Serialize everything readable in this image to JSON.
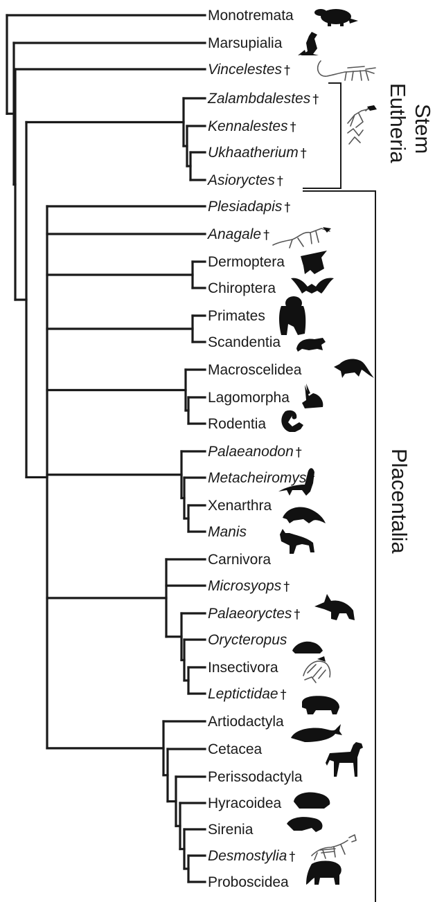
{
  "taxa": [
    {
      "id": "monotremata",
      "label": "Monotremata",
      "fossil": false,
      "icon": "platypus-icon"
    },
    {
      "id": "marsupialia",
      "label": "Marsupialia",
      "fossil": false,
      "icon": "kangaroo-icon"
    },
    {
      "id": "vincelestes",
      "label": "Vincelestes",
      "fossil": true,
      "icon": "vincelestes-skeleton-icon"
    },
    {
      "id": "zalambdalestes",
      "label": "Zalambdalestes",
      "fossil": true,
      "icon": ""
    },
    {
      "id": "kennalestes",
      "label": "Kennalestes",
      "fossil": true,
      "icon": "stem-eutherian-skeleton-icon"
    },
    {
      "id": "ukhaatherium",
      "label": "Ukhaatherium",
      "fossil": true,
      "icon": ""
    },
    {
      "id": "asioryctes",
      "label": "Asioryctes",
      "fossil": true,
      "icon": ""
    },
    {
      "id": "plesiadapis",
      "label": "Plesiadapis",
      "fossil": true,
      "icon": ""
    },
    {
      "id": "anagale",
      "label": "Anagale",
      "fossil": true,
      "icon": "anagale-skeleton-icon"
    },
    {
      "id": "dermoptera",
      "label": "Dermoptera",
      "fossil": false,
      "icon": "colugo-icon"
    },
    {
      "id": "chiroptera",
      "label": "Chiroptera",
      "fossil": false,
      "icon": "bat-icon"
    },
    {
      "id": "primates",
      "label": "Primates",
      "fossil": false,
      "icon": "gorilla-icon"
    },
    {
      "id": "scandentia",
      "label": "Scandentia",
      "fossil": false,
      "icon": "treeshrew-icon"
    },
    {
      "id": "macroscelidea",
      "label": "Macroscelidea",
      "fossil": false,
      "icon": "elephant-shrew-icon"
    },
    {
      "id": "lagomorpha",
      "label": "Lagomorpha",
      "fossil": false,
      "icon": "rabbit-icon"
    },
    {
      "id": "rodentia",
      "label": "Rodentia",
      "fossil": false,
      "icon": "squirrel-icon"
    },
    {
      "id": "palaeanodon",
      "label": "Palaeanodon",
      "fossil": true,
      "icon": ""
    },
    {
      "id": "metacheiromys",
      "label": "Metacheiromys",
      "fossil": true,
      "icon": ""
    },
    {
      "id": "xenarthra",
      "label": "Xenarthra",
      "fossil": false,
      "icon": "anteater-icon"
    },
    {
      "id": "manis",
      "label": "Manis",
      "fossil": false,
      "italic": true,
      "icon": "pangolin-icon"
    },
    {
      "id": "carnivora",
      "label": "Carnivora",
      "fossil": false,
      "icon": "cat-icon"
    },
    {
      "id": "microsyops",
      "label": "Microsyops",
      "fossil": true,
      "icon": ""
    },
    {
      "id": "palaeoryctes",
      "label": "Palaeoryctes",
      "fossil": true,
      "icon": ""
    },
    {
      "id": "orycteropus",
      "label": "Orycteropus",
      "fossil": false,
      "italic": true,
      "icon": "aardvark-icon"
    },
    {
      "id": "insectivora",
      "label": "Insectivora",
      "fossil": false,
      "icon": "hedgehog-icon"
    },
    {
      "id": "leptictidae",
      "label": "Leptictidae",
      "fossil": true,
      "icon": "leptictid-skeleton-icon"
    },
    {
      "id": "artiodactyla",
      "label": "Artiodactyla",
      "fossil": false,
      "icon": "hippo-icon"
    },
    {
      "id": "cetacea",
      "label": "Cetacea",
      "fossil": false,
      "icon": "whale-icon"
    },
    {
      "id": "perissodactyla",
      "label": "Perissodactyla",
      "fossil": false,
      "icon": "horse-icon"
    },
    {
      "id": "hyracoidea",
      "label": "Hyracoidea",
      "fossil": false,
      "icon": "hyrax-icon"
    },
    {
      "id": "sirenia",
      "label": "Sirenia",
      "fossil": false,
      "icon": "manatee-icon"
    },
    {
      "id": "desmostylia",
      "label": "Desmostylia",
      "fossil": true,
      "icon": "desmostylian-skeleton-icon"
    },
    {
      "id": "proboscidea",
      "label": "Proboscidea",
      "fossil": false,
      "icon": "elephant-icon"
    }
  ],
  "extinct_marker": "†",
  "groups": {
    "stem_eutheria": {
      "line1": "Stem",
      "line2": "Eutheria"
    },
    "placentalia": {
      "label": "Placentalia"
    }
  },
  "colors": {
    "ink": "#1a1a1a",
    "background": "#ffffff"
  }
}
